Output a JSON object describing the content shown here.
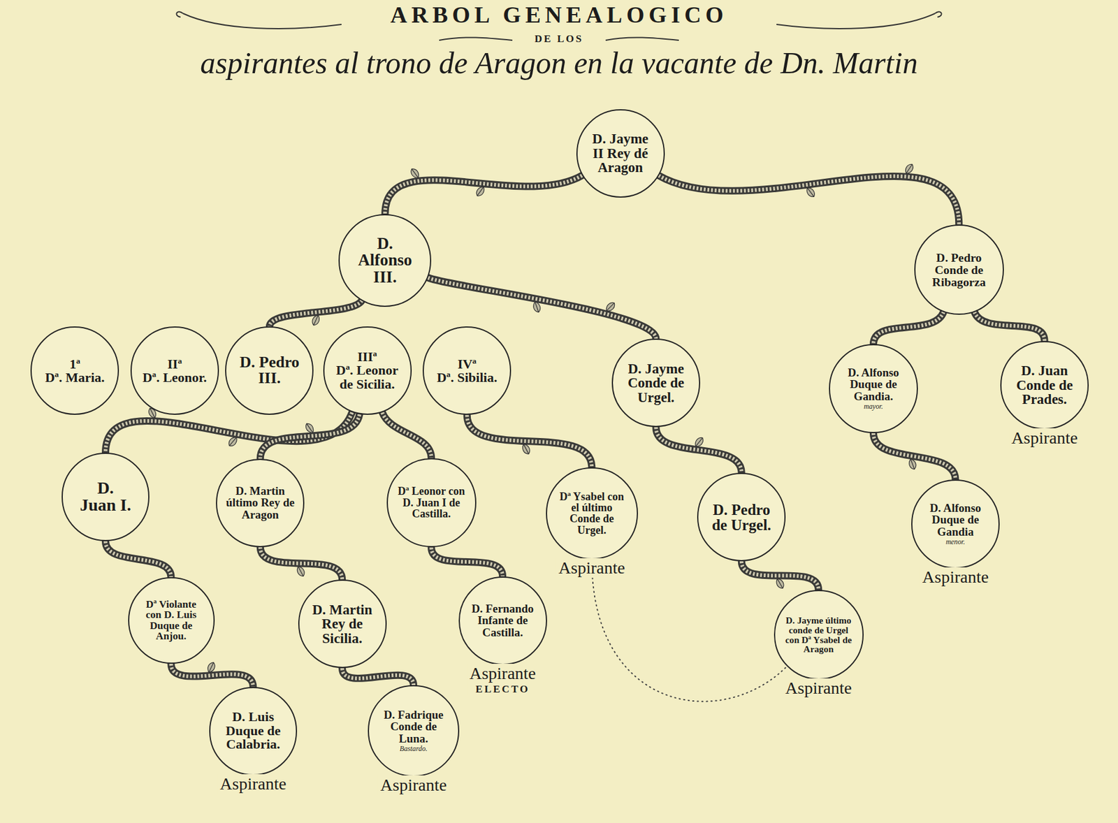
{
  "diagram": {
    "title": "aspirantes al trono de Aragon en la vacante de Dn. Martin",
    "nodes": [
      {
        "text": [
          "D. Jayme II Rey dé Aragon"
        ]
      },
      {
        "text": [
          "D. Alfonso III."
        ]
      },
      {
        "text": [
          "D. Pedro Conde de Ribagorza"
        ]
      },
      {
        "text": [
          "1ª",
          "Dª. Maria."
        ]
      },
      {
        "text": [
          "IIª",
          "Dª. Leonor."
        ]
      },
      {
        "text": [
          "D. Pedro III."
        ]
      },
      {
        "text": [
          "IIIª",
          "Dª. Leonor de Sicilia."
        ]
      },
      {
        "text": [
          "IVª",
          "Dª. Sibilia."
        ]
      },
      {
        "text": [
          "D. Jayme Conde de Urgel."
        ]
      },
      {
        "text": [
          "D. Alfonso Duque de Gandia.",
          "mayor."
        ]
      },
      {
        "text": [
          "D. Juan Conde de Prades.",
          "Aspirante"
        ]
      },
      {
        "text": [
          "D. Juan I."
        ]
      },
      {
        "text": [
          "D. Martin último Rey de Aragon"
        ]
      },
      {
        "text": [
          "Dª Leonor con D. Juan I de Castilla."
        ]
      },
      {
        "text": [
          "Dª Ysabel con el último Conde de Urgel.",
          "Aspirante"
        ]
      },
      {
        "text": [
          "D. Pedro de Urgel."
        ]
      },
      {
        "text": [
          "D. Alfonso Duque de Gandia",
          "menor.",
          "Aspirante"
        ]
      },
      {
        "text": [
          "Dª Violante con D. Luis Duque de Anjou."
        ]
      },
      {
        "text": [
          "D. Martin Rey de Sicilia."
        ]
      },
      {
        "text": [
          "D. Fernando Infante de Castilla.",
          "Aspirante",
          "ELECTO"
        ]
      },
      {
        "text": [
          "D. Jayme último conde de Urgel con Dª Ysabel de Aragon",
          "Aspirante"
        ]
      },
      {
        "text": [
          "D. Luis Duque de Calabria.",
          "Aspirante"
        ]
      },
      {
        "text": [
          "D. Fadrique Conde de Luna.",
          "Bastardo.",
          "Aspirante"
        ]
      }
    ],
    "edges": [
      {
        "from": 0,
        "to": 1,
        "arrow": "none"
      },
      {
        "from": 0,
        "to": 2,
        "arrow": "none"
      },
      {
        "from": 1,
        "to": 5,
        "arrow": "none"
      },
      {
        "from": 1,
        "to": 8,
        "arrow": "none"
      },
      {
        "from": 6,
        "to": 11,
        "arrow": "none"
      },
      {
        "from": 6,
        "to": 12,
        "arrow": "none"
      },
      {
        "from": 6,
        "to": 13,
        "arrow": "none"
      },
      {
        "from": 7,
        "to": 14,
        "arrow": "none"
      },
      {
        "from": 8,
        "to": 15,
        "arrow": "none"
      },
      {
        "from": 2,
        "to": 9,
        "arrow": "none"
      },
      {
        "from": 2,
        "to": 10,
        "arrow": "none"
      },
      {
        "from": 9,
        "to": 16,
        "arrow": "none"
      },
      {
        "from": 11,
        "to": 17,
        "arrow": "none"
      },
      {
        "from": 12,
        "to": 18,
        "arrow": "none"
      },
      {
        "from": 13,
        "to": 19,
        "arrow": "none"
      },
      {
        "from": 15,
        "to": 20,
        "arrow": "none"
      },
      {
        "from": 17,
        "to": 21,
        "arrow": "none"
      },
      {
        "from": 18,
        "to": 22,
        "arrow": "none"
      },
      {
        "from": 14,
        "to": 20,
        "arrow": "none"
      }
    ],
    "labels": [
      "ARBOL GENEALOGICO",
      "DE LOS"
    ]
  }
}
